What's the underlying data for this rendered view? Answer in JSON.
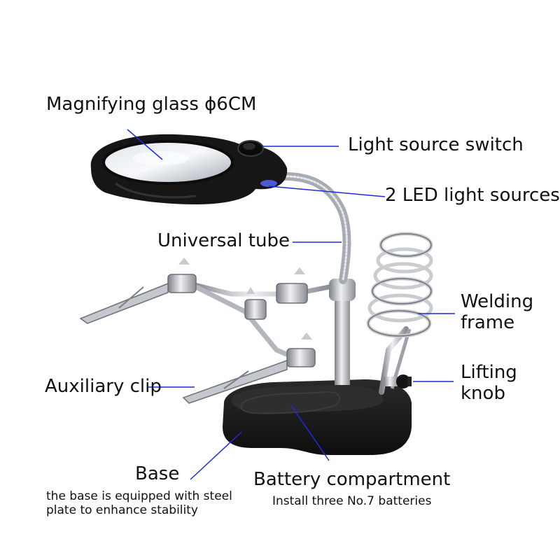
{
  "labels": {
    "magnifier": "Magnifying glass ϕ6CM",
    "switch": "Light source switch",
    "led": "2 LED light sources",
    "tube": "Universal tube",
    "welding": "Welding frame",
    "clip": "Auxiliary clip",
    "lifting": "Lifting knob",
    "base": "Base",
    "base_note": "the base is equipped with steel plate to enhance stability",
    "battery": "Battery compartment",
    "battery_note": "Install three No.7 batteries"
  },
  "colors": {
    "leader_line": "#1f2bd8",
    "body_black": "#151515",
    "metal": "#b9bcc2",
    "text": "#111111"
  }
}
